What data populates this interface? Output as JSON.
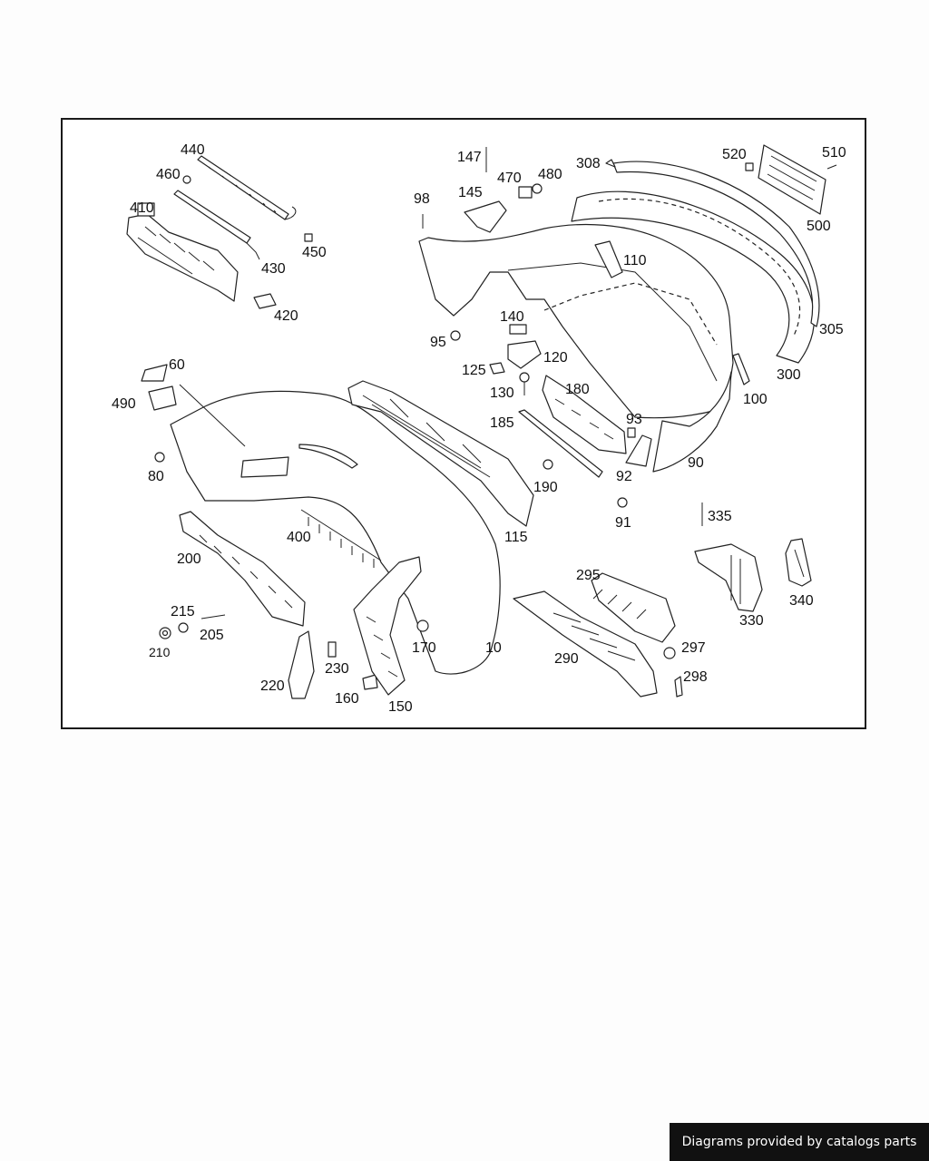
{
  "diagram": {
    "callouts": [
      {
        "id": "440",
        "label": "440"
      },
      {
        "id": "460",
        "label": "460"
      },
      {
        "id": "410",
        "label": "410"
      },
      {
        "id": "450",
        "label": "450"
      },
      {
        "id": "430",
        "label": "430"
      },
      {
        "id": "420",
        "label": "420"
      },
      {
        "id": "147",
        "label": "147"
      },
      {
        "id": "470",
        "label": "470"
      },
      {
        "id": "480",
        "label": "480"
      },
      {
        "id": "308",
        "label": "308"
      },
      {
        "id": "520",
        "label": "520"
      },
      {
        "id": "510",
        "label": "510"
      },
      {
        "id": "98",
        "label": "98"
      },
      {
        "id": "145",
        "label": "145"
      },
      {
        "id": "500",
        "label": "500"
      },
      {
        "id": "110",
        "label": "110"
      },
      {
        "id": "305",
        "label": "305"
      },
      {
        "id": "140",
        "label": "140"
      },
      {
        "id": "95",
        "label": "95"
      },
      {
        "id": "120",
        "label": "120"
      },
      {
        "id": "60",
        "label": "60"
      },
      {
        "id": "125",
        "label": "125"
      },
      {
        "id": "300",
        "label": "300"
      },
      {
        "id": "490",
        "label": "490"
      },
      {
        "id": "130",
        "label": "130"
      },
      {
        "id": "180",
        "label": "180"
      },
      {
        "id": "100",
        "label": "100"
      },
      {
        "id": "185",
        "label": "185"
      },
      {
        "id": "93",
        "label": "93"
      },
      {
        "id": "80",
        "label": "80"
      },
      {
        "id": "90",
        "label": "90"
      },
      {
        "id": "92",
        "label": "92"
      },
      {
        "id": "190",
        "label": "190"
      },
      {
        "id": "91",
        "label": "91"
      },
      {
        "id": "335",
        "label": "335"
      },
      {
        "id": "400",
        "label": "400"
      },
      {
        "id": "115",
        "label": "115"
      },
      {
        "id": "200",
        "label": "200"
      },
      {
        "id": "295",
        "label": "295"
      },
      {
        "id": "340",
        "label": "340"
      },
      {
        "id": "215",
        "label": "215"
      },
      {
        "id": "330",
        "label": "330"
      },
      {
        "id": "205",
        "label": "205"
      },
      {
        "id": "297",
        "label": "297"
      },
      {
        "id": "210",
        "label": "210"
      },
      {
        "id": "170",
        "label": "170"
      },
      {
        "id": "10",
        "label": "10"
      },
      {
        "id": "290",
        "label": "290"
      },
      {
        "id": "230",
        "label": "230"
      },
      {
        "id": "298",
        "label": "298"
      },
      {
        "id": "220",
        "label": "220"
      },
      {
        "id": "160",
        "label": "160"
      },
      {
        "id": "150",
        "label": "150"
      }
    ]
  },
  "footer": {
    "credit": "Diagrams provided by catalogs parts"
  }
}
